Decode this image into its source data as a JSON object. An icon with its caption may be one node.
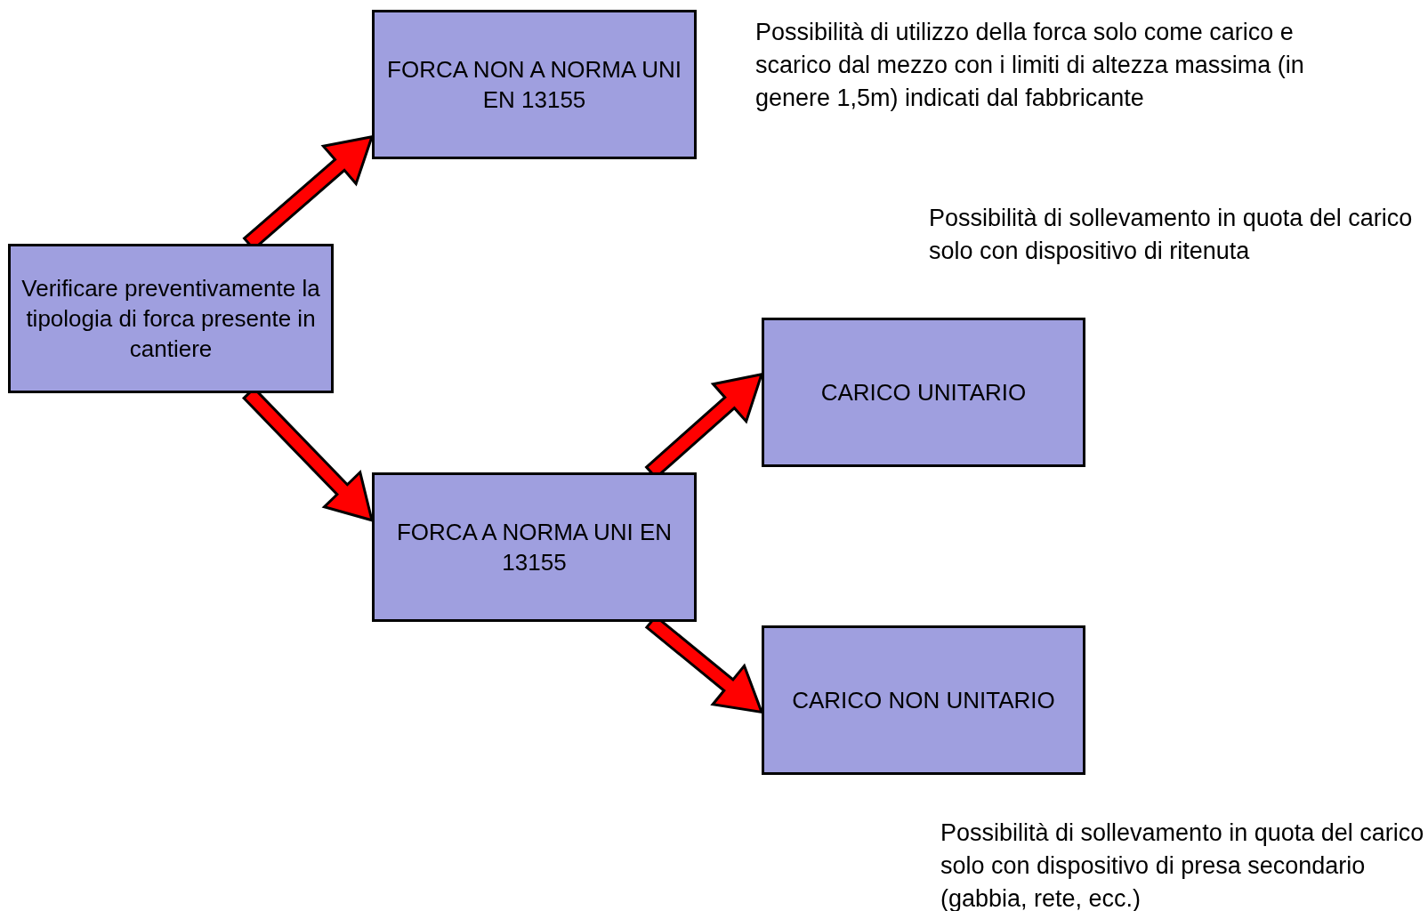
{
  "diagram": {
    "nodes": [
      {
        "text": [
          "Verificare preventivamente la tipologia di forca presente in cantiere"
        ]
      },
      {
        "text": [
          "FORCA NON A NORMA UNI  EN 13155"
        ],
        "beside": [
          "Possibilità di utilizzo della forca solo come carico e scarico dal mezzo con i limiti di altezza massima  (in genere 1,5m) indicati dal fabbricante"
        ]
      },
      {
        "text": [
          "FORCA A NORMA UNI EN 13155"
        ]
      },
      {
        "text": [
          "CARICO UNITARIO"
        ],
        "beside": [
          "Possibilità di sollevamento in quota del carico solo con dispositivo di ritenuta"
        ]
      },
      {
        "text": [
          "CARICO NON UNITARIO"
        ],
        "beside": [
          "Possibilità di sollevamento in quota del carico solo con dispositivo di presa secondario (gabbia, rete, ecc.)"
        ]
      }
    ],
    "edges": [
      {
        "from": 0,
        "to": 1,
        "arrow": "to"
      },
      {
        "from": 0,
        "to": 2,
        "arrow": "to"
      },
      {
        "from": 2,
        "to": 3,
        "arrow": "to"
      },
      {
        "from": 2,
        "to": 4,
        "arrow": "to"
      }
    ]
  }
}
